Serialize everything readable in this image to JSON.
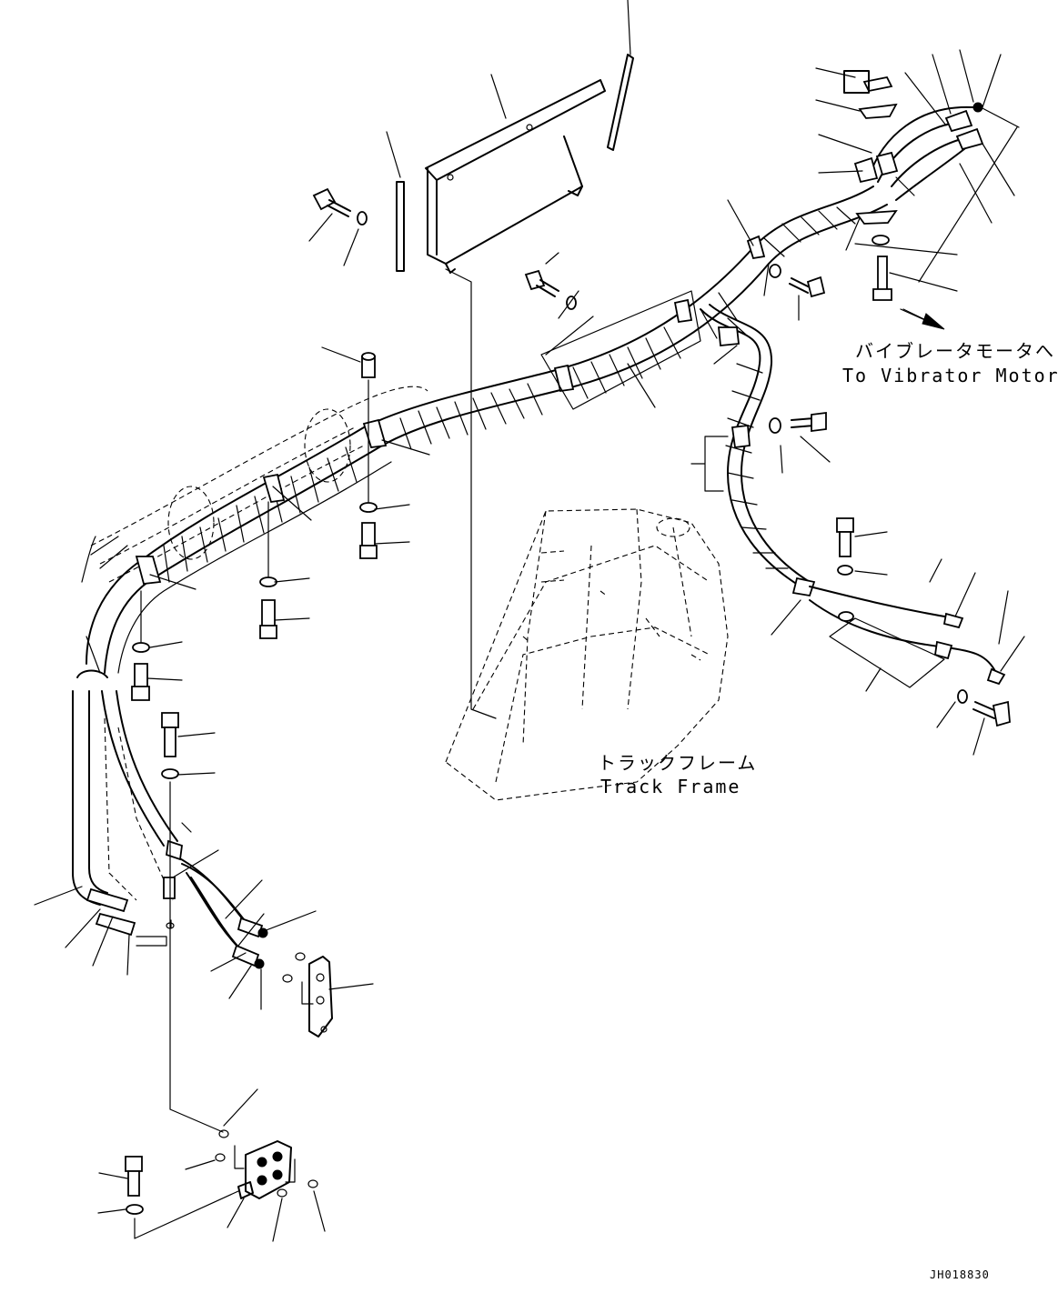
{
  "labels": {
    "vibrator_jp": "バイブレータモータへ",
    "vibrator_en": "To Vibrator Motor",
    "track_jp": "トラックフレーム",
    "track_en": "Track Frame",
    "drawing_id": "JH018830"
  }
}
